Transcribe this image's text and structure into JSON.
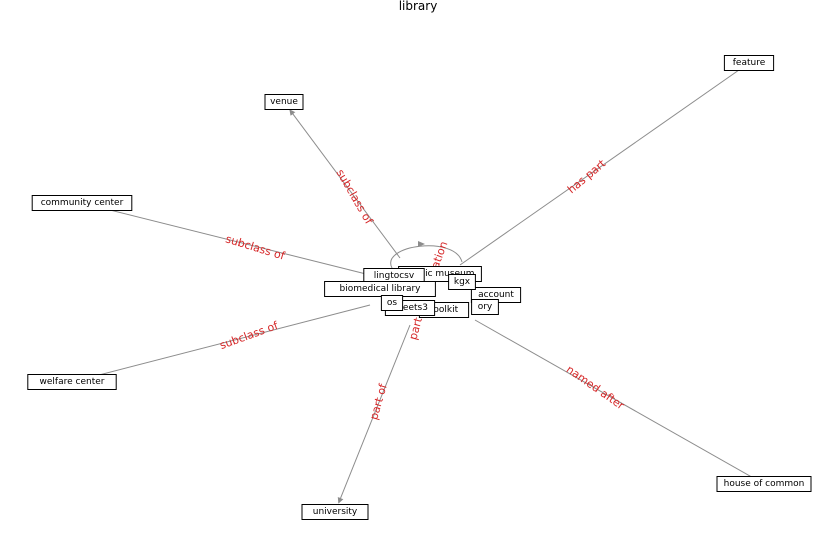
{
  "title": "library",
  "nodes": [
    {
      "id": "center",
      "label": ""
    },
    {
      "id": "venue",
      "label": "venue"
    },
    {
      "id": "feature",
      "label": "feature"
    },
    {
      "id": "community_center",
      "label": "community center"
    },
    {
      "id": "welfare_center",
      "label": "welfare center"
    },
    {
      "id": "university",
      "label": "university"
    },
    {
      "id": "house_of_common",
      "label": "house of common"
    },
    {
      "id": "public_museum",
      "label": "public museum"
    },
    {
      "id": "lingtocsv",
      "label": "lingtocsv"
    },
    {
      "id": "kgx",
      "label": "kgx"
    },
    {
      "id": "biomedical_library",
      "label": "biomedical library"
    },
    {
      "id": "account",
      "label": "account"
    },
    {
      "id": "ory",
      "label": "ory"
    },
    {
      "id": "toolkit",
      "label": "toolkit"
    },
    {
      "id": "tweets3",
      "label": "tweets3"
    },
    {
      "id": "os",
      "label": "os"
    }
  ],
  "edges": [
    {
      "label": "subclass of"
    },
    {
      "label": "has part"
    },
    {
      "label": "subclass of"
    },
    {
      "label": "subclass of"
    },
    {
      "label": "part of"
    },
    {
      "label": "named after"
    },
    {
      "label": "ation"
    },
    {
      "label": "part of"
    }
  ]
}
